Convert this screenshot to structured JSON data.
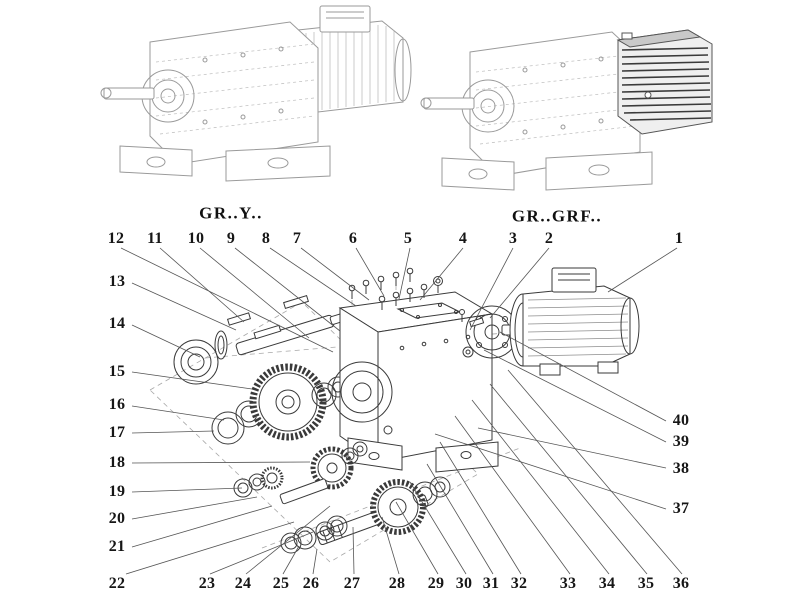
{
  "diagram": {
    "titles": {
      "left": "GR..Y..",
      "right": "GR..GRF.."
    },
    "callouts": {
      "top_row": [
        "12",
        "11",
        "10",
        "9",
        "8",
        "7",
        "6",
        "5",
        "4",
        "3",
        "2",
        "1"
      ],
      "left_column": [
        "13",
        "14",
        "15",
        "16",
        "17",
        "18",
        "19",
        "20",
        "21"
      ],
      "bottom_row": [
        "22",
        "23",
        "24",
        "25",
        "26",
        "27",
        "28",
        "29",
        "30",
        "31",
        "32",
        "33",
        "34",
        "35",
        "36"
      ],
      "right_column": [
        "40",
        "39",
        "38",
        "37"
      ]
    },
    "colors": {
      "background": "#ffffff",
      "linework_light": "#9a9a9a",
      "linework_dark": "#3a3a3a",
      "leader_line": "#555555",
      "text": "#161616"
    }
  }
}
